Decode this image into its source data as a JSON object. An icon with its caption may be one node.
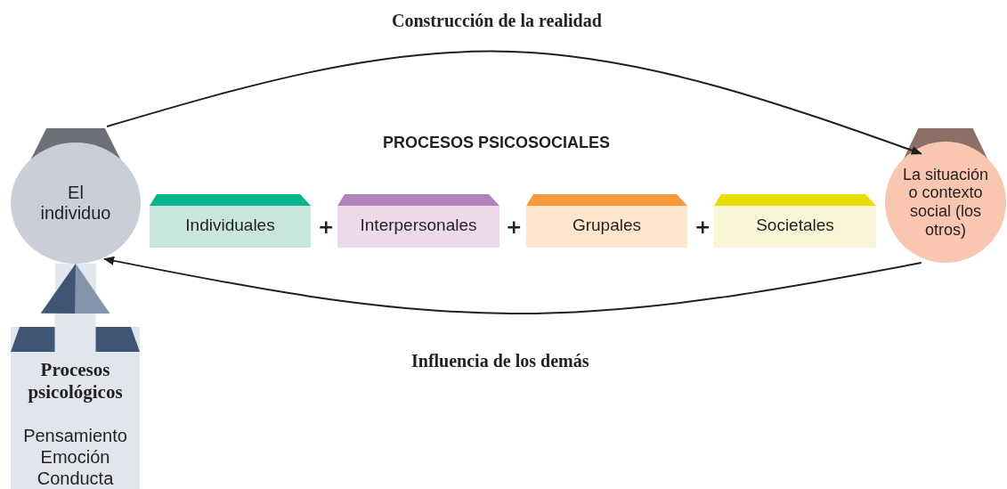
{
  "diagram": {
    "nodes": [
      {
        "text": [
          "El individuo"
        ]
      },
      {
        "text": [
          "La situación o contexto social (los otros)"
        ]
      },
      {
        "text": [
          "Individuales"
        ]
      },
      {
        "text": [
          "Interpersonales"
        ]
      },
      {
        "text": [
          "Grupales"
        ]
      },
      {
        "text": [
          "Societales"
        ]
      },
      {
        "text": [
          "Procesos psicológicos",
          "Pensamiento Emoción Conducta"
        ]
      }
    ],
    "edges": [
      {
        "from": 0,
        "to": 1,
        "arrow": "to",
        "label": "Construcción de la realidad"
      },
      {
        "from": 1,
        "to": 0,
        "arrow": "to",
        "label": "Influencia de los demás"
      },
      {
        "from": 6,
        "to": 0,
        "arrow": "to",
        "style": "thick",
        "color": "#e3e7ed"
      }
    ],
    "labels": [
      "PROCESOS PSICOSOCIALES",
      "+",
      "+",
      "+"
    ]
  }
}
